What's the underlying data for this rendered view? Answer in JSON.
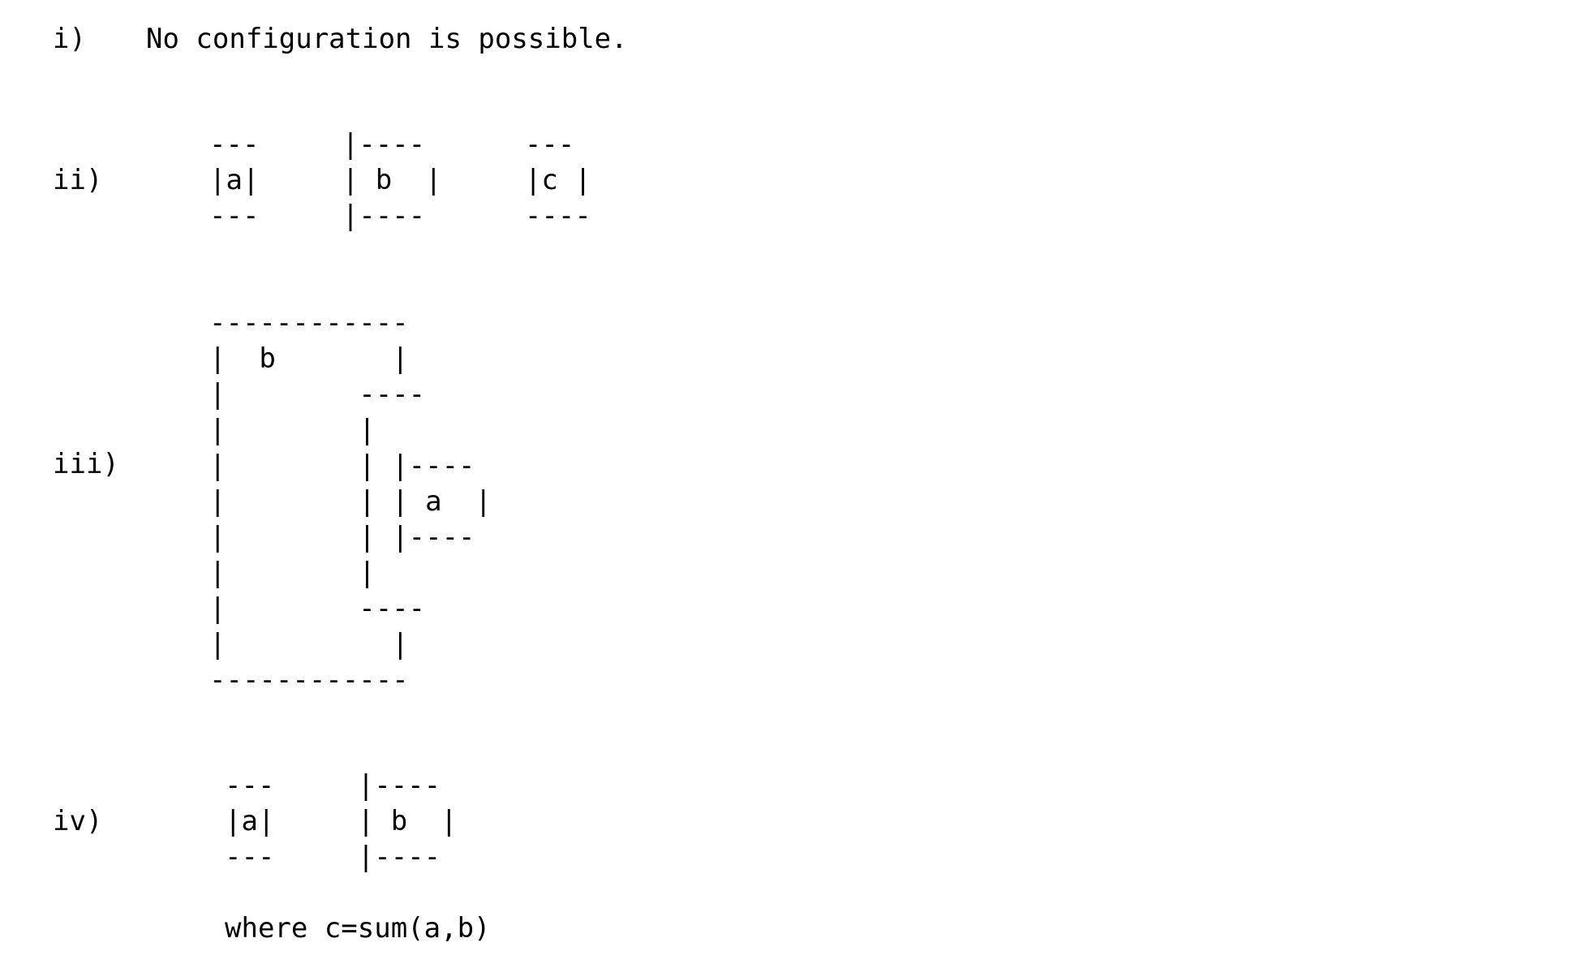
{
  "items": [
    {
      "label": "i)",
      "text": "No configuration is possible."
    },
    {
      "label": "ii)",
      "diagram": "---     |----      ---\n|a|     | b  |     |c |\n---     |----      ----"
    },
    {
      "label": "iii)",
      "diagram": "------------\n|  b       |\n|        ----\n|        |\n|        | |----\n|        | | a  |\n|        | |----\n|        |\n|        ----\n|          |\n------------"
    },
    {
      "label": "iv)",
      "diagram": "---     |----\n|a|     | b  |\n---     |----",
      "note": "where c=sum(a,b)"
    }
  ]
}
